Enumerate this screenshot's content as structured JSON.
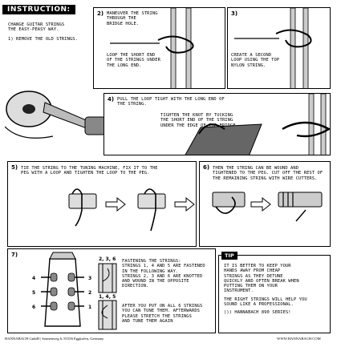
{
  "intro": {
    "title": "INSTRUCTION:",
    "subtitle": "CHANGE GUITAR STRINGS\nTHE EASY-PEASY WAY.",
    "step1": "1) REMOVE THE OLD STRINGS."
  },
  "step2": {
    "num": "2)",
    "text_a": "MANEUVER THE STRING\nTHROUGH THE\nBRIDGE HOLE.",
    "text_b": "LOOP THE SHORT END\nOF THE STRINGS UNDER\nTHE LONG END."
  },
  "step3": {
    "num": "3)",
    "text": "CREATE A SECOND\nLOOP USING THE TOP\nNYLON STRING."
  },
  "step4": {
    "num": "4)",
    "text_a": "PULL THE LOOP TIGHT WITH THE LONG END OF\nTHE STRING.",
    "text_b": "TIGHTEN THE KNOT BY TUCKING\nTHE SHORT END OF THE STRING\nUNDER THE EDGE OF THE BRIDGE."
  },
  "step5": {
    "num": "5)",
    "text": "TIE THE STRING TO THE TUNING MACHINE, FIX IT TO THE\nPEG WITH A LOOP AND TIGHTEN THE LOOP TO THE PEG."
  },
  "step6": {
    "num": "6)",
    "text": "THEN THE STRING CAN BE WOUND AND\nTIGHTENED TO THE PEG. CUT OFF THE REST OF\nTHE REMAINING STRING WITH WIRE CUTTERS."
  },
  "step7": {
    "num": "7)",
    "peg_left": [
      "4",
      "5",
      "6"
    ],
    "peg_right": [
      "3",
      "2",
      "1"
    ],
    "group_a": "2, 3, 6",
    "group_b": "1, 4, 5",
    "text_a": "FASTENING THE STRINGS:\nSTRINGS 1, 4 AND 5 ARE FASTENED\nIN THE FOLLOWING WAY.\nSTRINGS 2, 3 AND 6 ARE KNOTTED\nAND WOUND IN THE OPPOSITE\nDIRECTION.",
    "text_b": "AFTER YOU PUT ON ALL 6 STRINGS\nYOU CAN TUNE THEM. AFTERWARDS\nPLEASE STRETCH THE STRINGS\nAND TUNE THEM AGAIN"
  },
  "tip": {
    "label": "TIP",
    "text_a": "IT IS BETTER TO KEEP YOUR\nHANDS AWAY FROM CHEAP\nSTRINGS AS THEY DETUNE\nQUICKLY AND OFTEN BREAK WHEN\nPUTTING THEM ON YOUR\nINSTRUMENT.",
    "text_b": "THE RIGHT STRINGS WILL HELP YOU\nSOUND LIKE A PROFESSIONAL.",
    "text_c": "))) HANNABACH 890 SERIES!"
  },
  "footer": {
    "left": "HANNABACH GmbH | Sonnenweg 6, 81556 Eggkofen, Germany",
    "right": "WWW.HANNABACH.COM"
  }
}
